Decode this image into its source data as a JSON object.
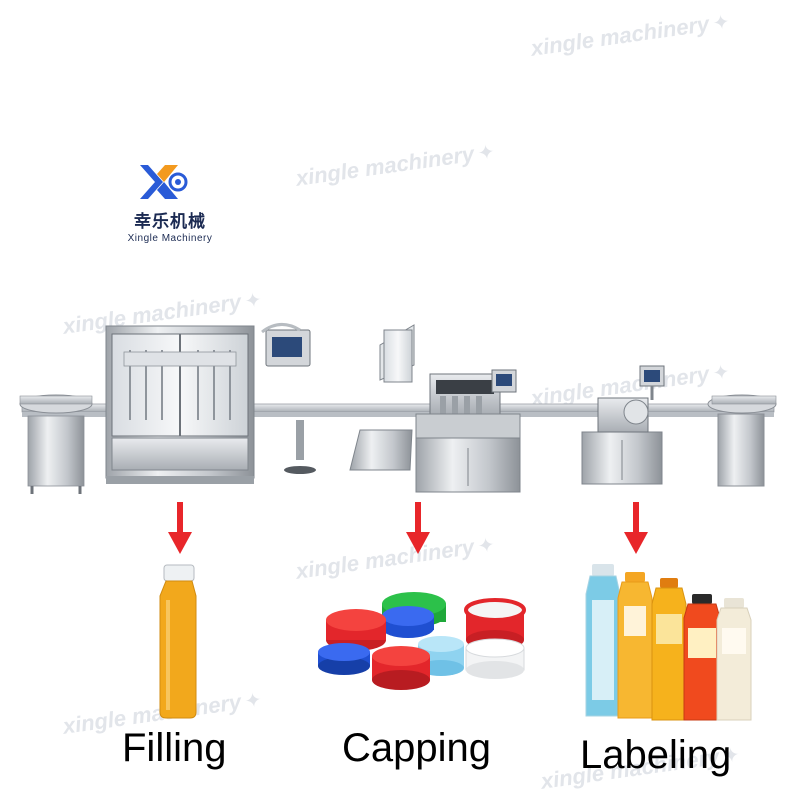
{
  "watermarks": [
    "xingle machinery",
    "xingle machinery",
    "xingle machinery",
    "xingle machinery",
    "xingle machinery",
    "xingle machinery",
    "xingle machinery"
  ],
  "logo": {
    "chinese": "幸乐机械",
    "english": "Xingle Machinery",
    "colors": {
      "orange": "#f39a1e",
      "blue": "#2a5bd7"
    }
  },
  "arrows": {
    "color": "#e8262a"
  },
  "captions": {
    "filling": "Filling",
    "capping": "Capping",
    "labeling": "Labeling"
  },
  "colors": {
    "juice": "#f2a81c",
    "cap_red": "#e3262b",
    "cap_blue": "#1f4fd1",
    "cap_green": "#1fa83a"
  }
}
